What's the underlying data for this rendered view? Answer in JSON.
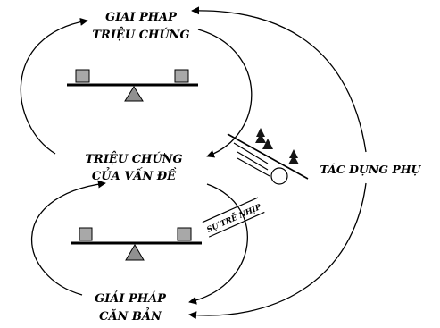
{
  "labels": {
    "symptomatic_solution": [
      "GIAI PHAP",
      "TRIỆU CHỨNG"
    ],
    "problem_symptom": [
      "TRIỆU CHỨNG",
      "CỦA VẤN ĐỀ"
    ],
    "fundamental_solution": [
      "GIẢI PHÁP",
      "CĂN BẢN"
    ],
    "side_effect": "TÁC DỤNG PHỤ",
    "delay": "SỰ TRỄ NHỊP"
  },
  "colors": {
    "ink": "#000000",
    "fulcrum": "#909090",
    "weight": "#a8a8a8",
    "ball": "#ffffff",
    "tree": "#151515"
  }
}
